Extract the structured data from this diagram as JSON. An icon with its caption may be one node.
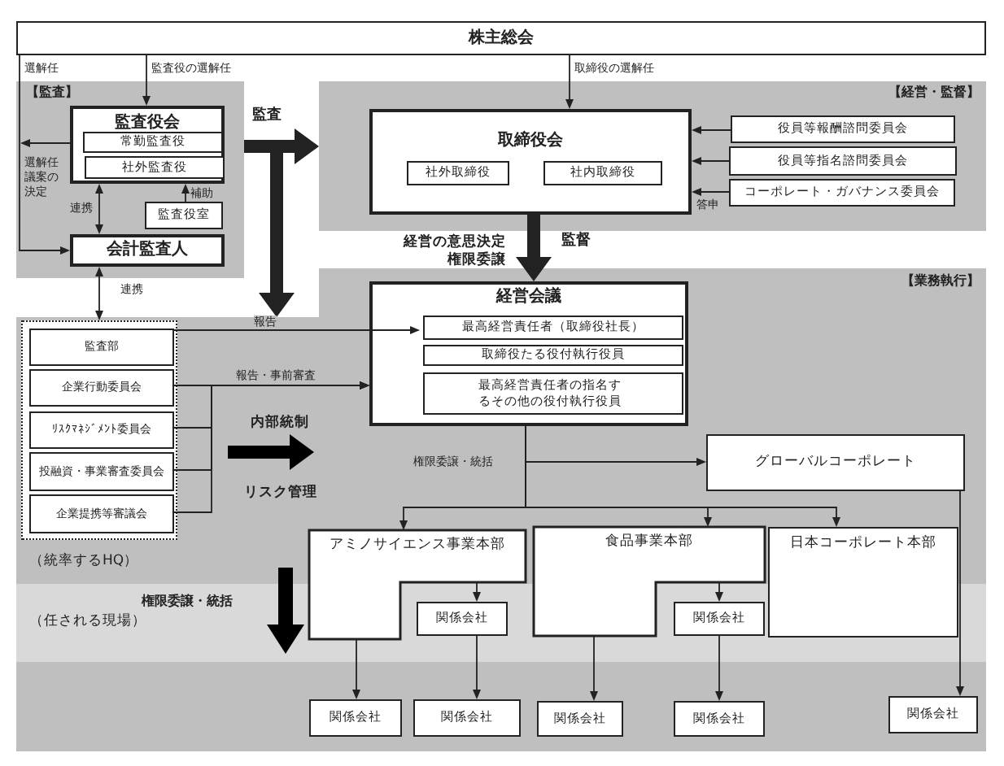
{
  "diagram": {
    "nodes": [
      {
        "text": [
          "株主総会"
        ]
      },
      {
        "text": [
          "【監査】"
        ]
      },
      {
        "text": [
          "監査役会"
        ],
        "in": 1
      },
      {
        "text": [
          "常勤監査役"
        ],
        "in": 2
      },
      {
        "text": [
          "社外監査役"
        ],
        "in": 2
      },
      {
        "text": [
          "監査役室"
        ],
        "in": 1
      },
      {
        "text": [
          "会計監査人"
        ],
        "in": 1
      },
      {
        "text": [
          "【経営・監督】"
        ]
      },
      {
        "text": [
          "取締役会"
        ],
        "in": 7
      },
      {
        "text": [
          "社外取締役"
        ],
        "in": 8
      },
      {
        "text": [
          "社内取締役"
        ],
        "in": 8
      },
      {
        "text": [
          "役員等報酬諮問委員会"
        ],
        "in": 7
      },
      {
        "text": [
          "役員等指名諮問委員会"
        ],
        "in": 7
      },
      {
        "text": [
          "コーポレート・ガバナンス委員会"
        ],
        "in": 7
      },
      {
        "text": [
          "【業務執行】"
        ]
      },
      {
        "text": [
          "経営会議"
        ],
        "in": 14
      },
      {
        "text": [
          "最高経営責任者（取締役社長）"
        ],
        "in": 15
      },
      {
        "text": [
          "取締役たる役付執行役員"
        ],
        "in": 15
      },
      {
        "text": [
          "最高経営責任者の指名するその他の役付執行役員"
        ],
        "in": 15
      },
      {
        "text": [],
        "shape": "box",
        "in": 14
      },
      {
        "text": [
          "監査部"
        ],
        "in": 19
      },
      {
        "text": [
          "企業行動委員会"
        ],
        "in": 19
      },
      {
        "text": [
          "ﾘｽｸﾏﾈｼﾞﾒﾝﾄ委員会"
        ],
        "in": 19
      },
      {
        "text": [
          "投融資・事業審査委員会"
        ],
        "in": 19
      },
      {
        "text": [
          "企業提携等審議会"
        ],
        "in": 19
      },
      {
        "text": [
          "グローバルコーポレート"
        ],
        "in": 14
      },
      {
        "text": [
          "（任される現場）"
        ],
        "in": 14
      },
      {
        "text": [
          "アミノサイエンス事業本部"
        ],
        "in": 14
      },
      {
        "text": [
          "食品事業本部"
        ],
        "in": 14
      },
      {
        "text": [
          "日本コーポレート本部"
        ],
        "in": 14
      },
      {
        "text": [
          "関係会社"
        ],
        "in": 26
      },
      {
        "text": [
          "関係会社"
        ],
        "in": 26
      },
      {
        "text": [
          "関係会社"
        ],
        "in": 14
      },
      {
        "text": [
          "関係会社"
        ],
        "in": 14
      },
      {
        "text": [
          "関係会社"
        ],
        "in": 14
      },
      {
        "text": [
          "関係会社"
        ],
        "in": 14
      },
      {
        "text": [
          "関係会社"
        ],
        "in": 14
      }
    ],
    "edges": [
      {
        "from": 0,
        "to": 6,
        "arrow": "to",
        "label": "選解任"
      },
      {
        "from": 2,
        "to": null,
        "arrow": "to",
        "label": "選解任議案の決定"
      },
      {
        "from": 0,
        "to": 2,
        "arrow": "to",
        "label": "監査役の選解任"
      },
      {
        "from": 5,
        "to": 2,
        "arrow": "to",
        "label": "補助"
      },
      {
        "from": 2,
        "to": 6,
        "arrow": "both",
        "label": "連携"
      },
      {
        "from": 6,
        "to": 19,
        "arrow": "both",
        "label": "連携"
      },
      {
        "from": 0,
        "to": 8,
        "arrow": "to",
        "label": "取締役の選解任"
      },
      {
        "from": 11,
        "to": 8,
        "arrow": "to"
      },
      {
        "from": 12,
        "to": 8,
        "arrow": "to"
      },
      {
        "from": 13,
        "to": 8,
        "arrow": "to",
        "label": "答申"
      },
      {
        "from": 1,
        "to": 7,
        "arrow": "to",
        "style": "thick",
        "label": "監査"
      },
      {
        "from": 1,
        "to": 14,
        "arrow": "to",
        "style": "thick"
      },
      {
        "from": 8,
        "to": 15,
        "arrow": "to",
        "style": "thick",
        "label": "監督"
      },
      {
        "from": 20,
        "to": 16,
        "arrow": "to",
        "label": "報告"
      },
      {
        "from": 21,
        "to": 15,
        "arrow": "to",
        "label": "報告・事前審査"
      },
      {
        "from": 22,
        "to": 15,
        "arrow": "to"
      },
      {
        "from": 23,
        "to": 15,
        "arrow": "to"
      },
      {
        "from": 24,
        "to": 15,
        "arrow": "to"
      },
      {
        "from": 15,
        "to": 25,
        "arrow": "to",
        "label": "権限委譲・統括"
      },
      {
        "from": 15,
        "to": 27,
        "arrow": "to"
      },
      {
        "from": 15,
        "to": 28,
        "arrow": "to"
      },
      {
        "from": 15,
        "to": 29,
        "arrow": "to"
      },
      {
        "from": 27,
        "to": 30,
        "arrow": "to"
      },
      {
        "from": 27,
        "to": 32,
        "arrow": "to"
      },
      {
        "from": 30,
        "to": 33,
        "arrow": "to"
      },
      {
        "from": 28,
        "to": 34,
        "arrow": "to"
      },
      {
        "from": 28,
        "to": 31,
        "arrow": "to"
      },
      {
        "from": 31,
        "to": 35,
        "arrow": "to"
      },
      {
        "from": 25,
        "to": 36,
        "arrow": "to"
      }
    ],
    "labels": [
      "経営の意思決定権限委譲",
      "内部統制",
      "リスク管理",
      "（統率するHQ）",
      "権限委譲・統括"
    ]
  }
}
